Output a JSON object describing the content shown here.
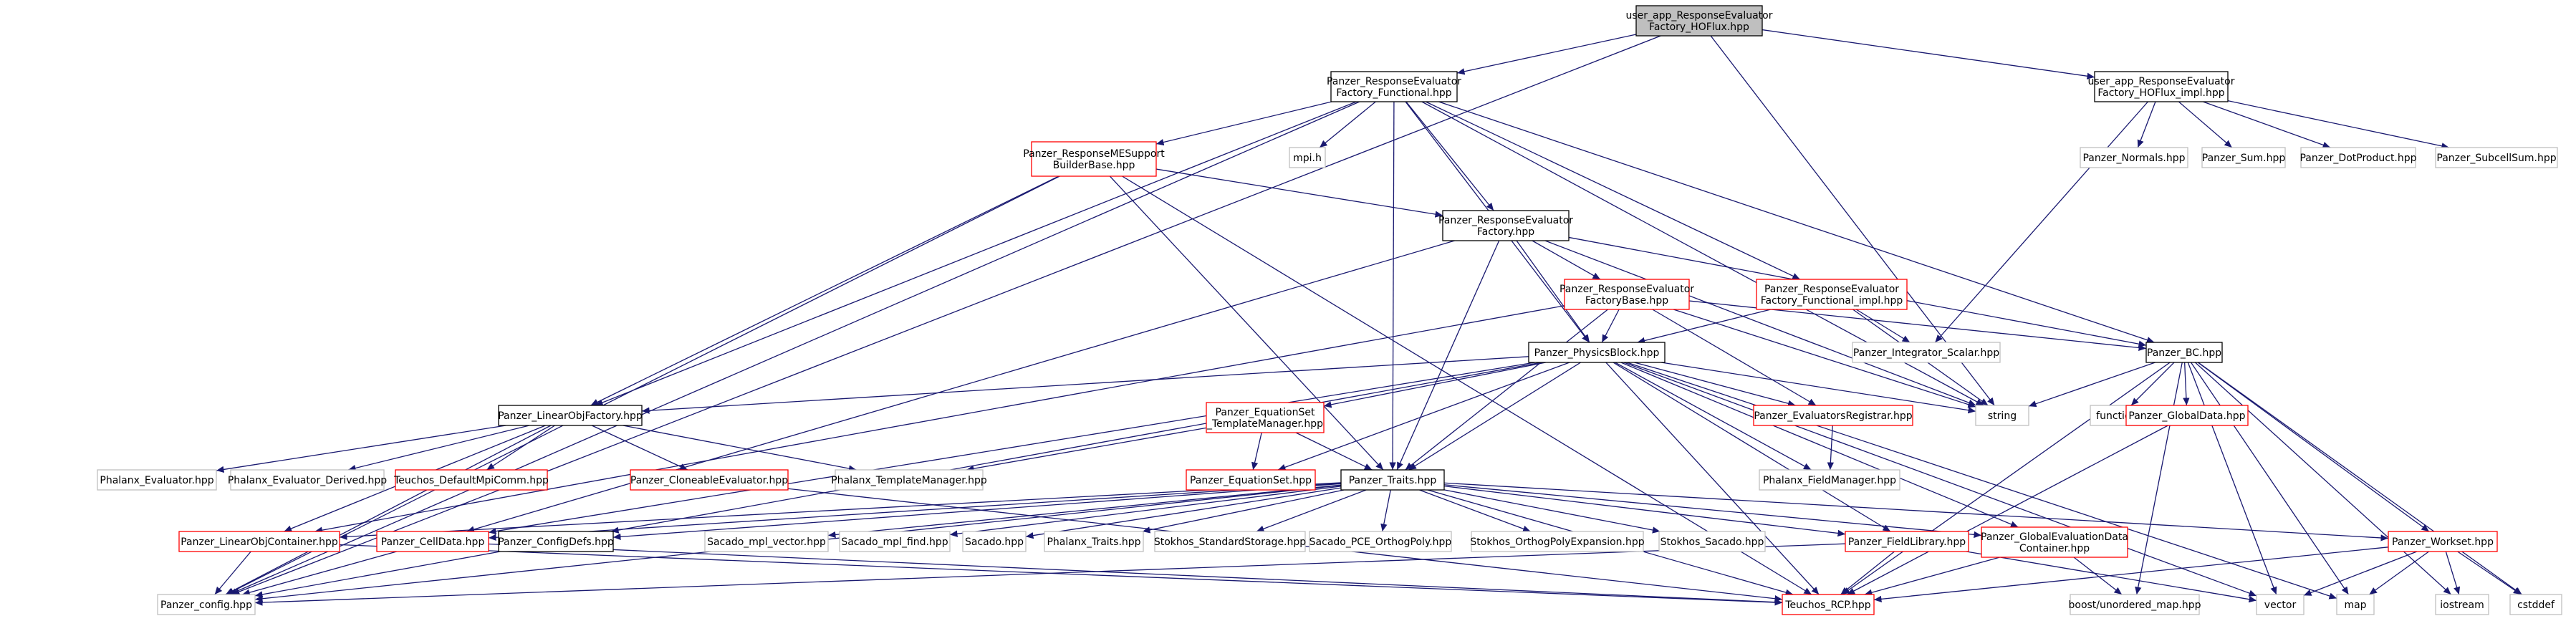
{
  "colors": {
    "edge": "#191970",
    "edge_light": "#b4b4b4",
    "border_black": "#000000",
    "border_red": "#ff0000",
    "border_gray": "#bfbfbf",
    "root_fill": "#bfbfbf"
  },
  "nodes": [
    {
      "id": "root",
      "lines": [
        "user_app_ResponseEvaluator",
        "Factory_HOFlux.hpp"
      ],
      "style": "root"
    },
    {
      "id": "functional",
      "lines": [
        "Panzer_ResponseEvaluator",
        "Factory_Functional.hpp"
      ],
      "style": "black"
    },
    {
      "id": "hoflux_impl",
      "lines": [
        "user_app_ResponseEvaluator",
        "Factory_HOFlux_impl.hpp"
      ],
      "style": "black"
    },
    {
      "id": "mesupport",
      "lines": [
        "Panzer_ResponseMESupport",
        "BuilderBase.hpp"
      ],
      "style": "red"
    },
    {
      "id": "mpi",
      "lines": [
        "mpi.h"
      ],
      "style": "gray"
    },
    {
      "id": "normals",
      "lines": [
        "Panzer_Normals.hpp"
      ],
      "style": "gray"
    },
    {
      "id": "sum",
      "lines": [
        "Panzer_Sum.hpp"
      ],
      "style": "gray"
    },
    {
      "id": "dotproduct",
      "lines": [
        "Panzer_DotProduct.hpp"
      ],
      "style": "gray"
    },
    {
      "id": "subcellsum",
      "lines": [
        "Panzer_SubcellSum.hpp"
      ],
      "style": "gray"
    },
    {
      "id": "ref_factory",
      "lines": [
        "Panzer_ResponseEvaluator",
        "Factory.hpp"
      ],
      "style": "black"
    },
    {
      "id": "factorybase",
      "lines": [
        "Panzer_ResponseEvaluator",
        "FactoryBase.hpp"
      ],
      "style": "red"
    },
    {
      "id": "functional_impl",
      "lines": [
        "Panzer_ResponseEvaluator",
        "Factory_Functional_impl.hpp"
      ],
      "style": "red"
    },
    {
      "id": "integrator",
      "lines": [
        "Panzer_Integrator_Scalar.hpp"
      ],
      "style": "gray"
    },
    {
      "id": "bc",
      "lines": [
        "Panzer_BC.hpp"
      ],
      "style": "black"
    },
    {
      "id": "physicsblock",
      "lines": [
        "Panzer_PhysicsBlock.hpp"
      ],
      "style": "black"
    },
    {
      "id": "string",
      "lines": [
        "string"
      ],
      "style": "gray"
    },
    {
      "id": "functional_std",
      "lines": [
        "functional"
      ],
      "style": "gray"
    },
    {
      "id": "globaldata",
      "lines": [
        "Panzer_GlobalData.hpp"
      ],
      "style": "red"
    },
    {
      "id": "linobjfactory",
      "lines": [
        "Panzer_LinearObjFactory.hpp"
      ],
      "style": "black"
    },
    {
      "id": "eqset_tm",
      "lines": [
        "Panzer_EquationSet",
        "_TemplateManager.hpp"
      ],
      "style": "red"
    },
    {
      "id": "evalregistrar",
      "lines": [
        "Panzer_EvaluatorsRegistrar.hpp"
      ],
      "style": "red"
    },
    {
      "id": "phx_eval",
      "lines": [
        "Phalanx_Evaluator.hpp"
      ],
      "style": "gray"
    },
    {
      "id": "phx_eval_derived",
      "lines": [
        "Phalanx_Evaluator_Derived.hpp"
      ],
      "style": "gray"
    },
    {
      "id": "teuchos_mpicomm",
      "lines": [
        "Teuchos_DefaultMpiComm.hpp"
      ],
      "style": "red"
    },
    {
      "id": "cloneable",
      "lines": [
        "Panzer_CloneableEvaluator.hpp"
      ],
      "style": "red"
    },
    {
      "id": "phx_tm",
      "lines": [
        "Phalanx_TemplateManager.hpp"
      ],
      "style": "gray"
    },
    {
      "id": "eqset",
      "lines": [
        "Panzer_EquationSet.hpp"
      ],
      "style": "red"
    },
    {
      "id": "traits",
      "lines": [
        "Panzer_Traits.hpp"
      ],
      "style": "black"
    },
    {
      "id": "phx_fm",
      "lines": [
        "Phalanx_FieldManager.hpp"
      ],
      "style": "gray"
    },
    {
      "id": "linobjcontainer",
      "lines": [
        "Panzer_LinearObjContainer.hpp"
      ],
      "style": "red"
    },
    {
      "id": "celldata",
      "lines": [
        "Panzer_CellData.hpp"
      ],
      "style": "red"
    },
    {
      "id": "configdefs",
      "lines": [
        "Panzer_ConfigDefs.hpp"
      ],
      "style": "black"
    },
    {
      "id": "sacado_mpl_vector",
      "lines": [
        "Sacado_mpl_vector.hpp"
      ],
      "style": "gray"
    },
    {
      "id": "sacado_mpl_find",
      "lines": [
        "Sacado_mpl_find.hpp"
      ],
      "style": "gray"
    },
    {
      "id": "sacado",
      "lines": [
        "Sacado.hpp"
      ],
      "style": "gray"
    },
    {
      "id": "phx_traits",
      "lines": [
        "Phalanx_Traits.hpp"
      ],
      "style": "gray"
    },
    {
      "id": "stokhos_ss",
      "lines": [
        "Stokhos_StandardStorage.hpp"
      ],
      "style": "gray"
    },
    {
      "id": "sacado_pce",
      "lines": [
        "Sacado_PCE_OrthogPoly.hpp"
      ],
      "style": "gray"
    },
    {
      "id": "stokhos_ope",
      "lines": [
        "Stokhos_OrthogPolyExpansion.hpp"
      ],
      "style": "gray"
    },
    {
      "id": "stokhos_sacado",
      "lines": [
        "Stokhos_Sacado.hpp"
      ],
      "style": "gray"
    },
    {
      "id": "fieldlibrary",
      "lines": [
        "Panzer_FieldLibrary.hpp"
      ],
      "style": "red"
    },
    {
      "id": "globalevaldata",
      "lines": [
        "Panzer_GlobalEvaluationData",
        "Container.hpp"
      ],
      "style": "red"
    },
    {
      "id": "workset",
      "lines": [
        "Panzer_Workset.hpp"
      ],
      "style": "red"
    },
    {
      "id": "config",
      "lines": [
        "Panzer_config.hpp"
      ],
      "style": "gray"
    },
    {
      "id": "rcp",
      "lines": [
        "Teuchos_RCP.hpp"
      ],
      "style": "red"
    },
    {
      "id": "unordered_map",
      "lines": [
        "boost/unordered_map.hpp"
      ],
      "style": "gray"
    },
    {
      "id": "vector",
      "lines": [
        "vector"
      ],
      "style": "gray"
    },
    {
      "id": "map",
      "lines": [
        "map"
      ],
      "style": "gray"
    },
    {
      "id": "iostream",
      "lines": [
        "iostream"
      ],
      "style": "gray"
    },
    {
      "id": "cstddef",
      "lines": [
        "cstddef"
      ],
      "style": "gray"
    }
  ]
}
